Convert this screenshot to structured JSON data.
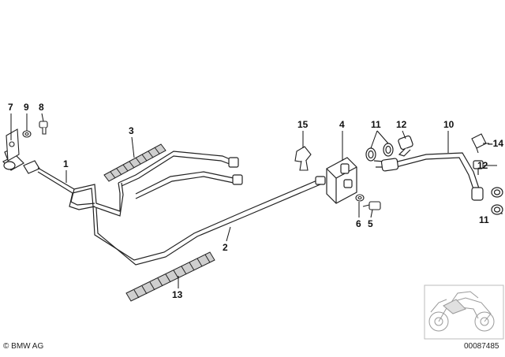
{
  "callouts": [
    {
      "id": "p1",
      "label": "1"
    },
    {
      "id": "p2",
      "label": "2"
    },
    {
      "id": "p3",
      "label": "3"
    },
    {
      "id": "p4",
      "label": "4"
    },
    {
      "id": "p5",
      "label": "5"
    },
    {
      "id": "p6",
      "label": "6"
    },
    {
      "id": "p7",
      "label": "7"
    },
    {
      "id": "p8",
      "label": "8"
    },
    {
      "id": "p9",
      "label": "9"
    },
    {
      "id": "p10",
      "label": "10"
    },
    {
      "id": "p11a",
      "label": "11"
    },
    {
      "id": "p11b",
      "label": "11"
    },
    {
      "id": "p12a",
      "label": "12"
    },
    {
      "id": "p12b",
      "label": "12"
    },
    {
      "id": "p13",
      "label": "13"
    },
    {
      "id": "p14",
      "label": "–14"
    },
    {
      "id": "p15",
      "label": "15"
    }
  ],
  "footer": {
    "brand": "© BMW AG",
    "drawing_number": "00087485"
  }
}
